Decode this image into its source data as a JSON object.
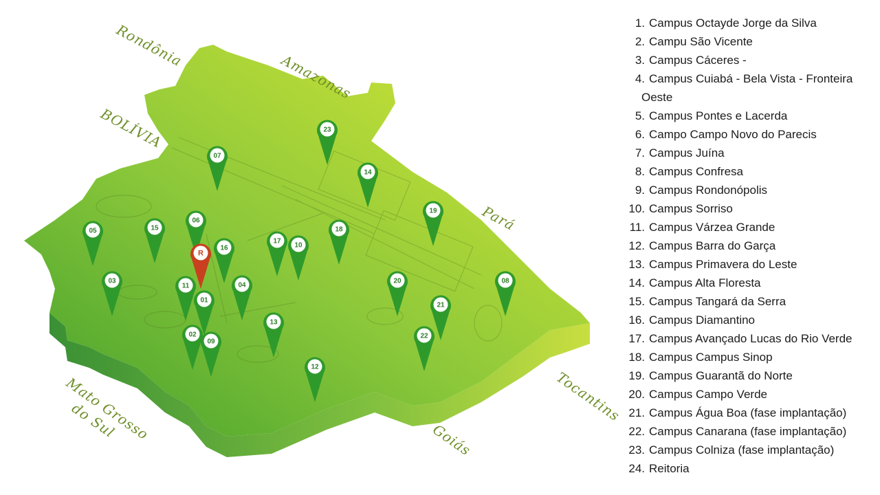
{
  "map": {
    "neighbors": {
      "rondonia": "Rondônia",
      "amazonas": "Amazonas",
      "bolivia": "BOLÍVIA",
      "para": "Pará",
      "mato_grosso_do_sul": [
        "Mato Grosso",
        "do Sul"
      ],
      "tocantins": "Tocantins",
      "goias": "Goiás"
    },
    "colors": {
      "pin": "#2f9a2c",
      "pin_reitoria": "#c8401f",
      "land_light": "#dce935",
      "land_dark": "#3f9e2c"
    },
    "markers": [
      "01",
      "02",
      "03",
      "04",
      "05",
      "06",
      "07",
      "08",
      "09",
      "10",
      "11",
      "12",
      "13",
      "14",
      "15",
      "16",
      "17",
      "18",
      "19",
      "20",
      "21",
      "22",
      "23",
      "R"
    ]
  },
  "legend": [
    {
      "num": "1.",
      "text": "Campus Octayde Jorge da Silva"
    },
    {
      "num": "2.",
      "text": "Campu São Vicente"
    },
    {
      "num": "3.",
      "text": "Campus Cáceres -"
    },
    {
      "num": "4.",
      "text": "Campus Cuiabá - Bela Vista - Fronteira",
      "cont": "Oeste"
    },
    {
      "num": "5.",
      "text": "Campus Pontes e Lacerda"
    },
    {
      "num": "6.",
      "text": "Campo Campo Novo do Parecis"
    },
    {
      "num": "7.",
      "text": "Campus Juína"
    },
    {
      "num": "8.",
      "text": "Campus Confresa"
    },
    {
      "num": "9.",
      "text": "Campus Rondonópolis"
    },
    {
      "num": "10.",
      "text": "Campus Sorriso"
    },
    {
      "num": "11.",
      "text": "Campus Várzea Grande"
    },
    {
      "num": "12.",
      "text": "Campus Barra do Garça"
    },
    {
      "num": "13.",
      "text": "Campus Primavera do Leste"
    },
    {
      "num": "14.",
      "text": "Campus Alta Floresta"
    },
    {
      "num": "15.",
      "text": "Campus Tangará da Serra"
    },
    {
      "num": "16.",
      "text": "Campus Diamantino"
    },
    {
      "num": "17.",
      "text": "Campus Avançado Lucas do Rio Verde"
    },
    {
      "num": "18.",
      "text": "Campus Campus Sinop"
    },
    {
      "num": "19.",
      "text": "Campus Guarantã do Norte"
    },
    {
      "num": "20.",
      "text": "Campus Campo Verde"
    },
    {
      "num": "21.",
      "text": "Campus Água Boa (fase implantação)"
    },
    {
      "num": "22.",
      "text": "Campus Canarana (fase implantação)"
    },
    {
      "num": "23.",
      "text": "Campus Colniza (fase implantação)"
    },
    {
      "num": "24.",
      "text": "Reitoria"
    }
  ]
}
